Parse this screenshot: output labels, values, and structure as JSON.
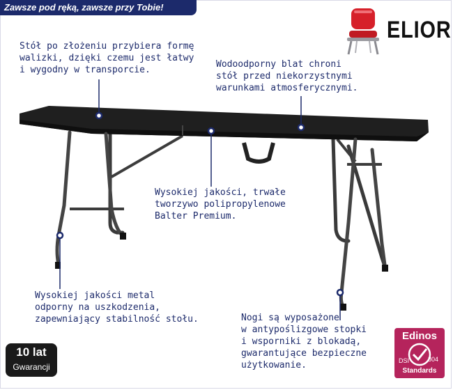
{
  "banner": {
    "text": "Zawsze pod ręką, zawsze przy Tobie!"
  },
  "brand": {
    "name": "ELIOR"
  },
  "colors": {
    "navy": "#1c2a6b",
    "brand_red": "#d6202a",
    "edinos": "#b5245c"
  },
  "annotations": {
    "fold": "Stół po złożeniu przybiera formę\nwalizki, dzięki czemu jest łatwy\ni wygodny w transporcie.",
    "waterproof": "Wodoodporny blat chroni\nstół przed niekorzystnymi\nwarunkami atmosferycznymi.",
    "material": "Wysokiej jakości, trwałe\ntworzywo polipropylenowe\nBalter Premium.",
    "metal": "Wysokiej jakości metal\nodporny na uszkodzenia,\nzapewniający stabilność stołu.",
    "legs": "Nogi są wyposażone\nw antypoślizgowe stopki\ni wsporniki z blokadą,\ngwarantujące bezpieczne\nużytkowanie."
  },
  "warranty": {
    "years": "10 lat",
    "label": "Gwarancji"
  },
  "certificate": {
    "brand": "Edinos",
    "code_left": "DSI",
    "code_right": "804",
    "label": "Standards"
  }
}
